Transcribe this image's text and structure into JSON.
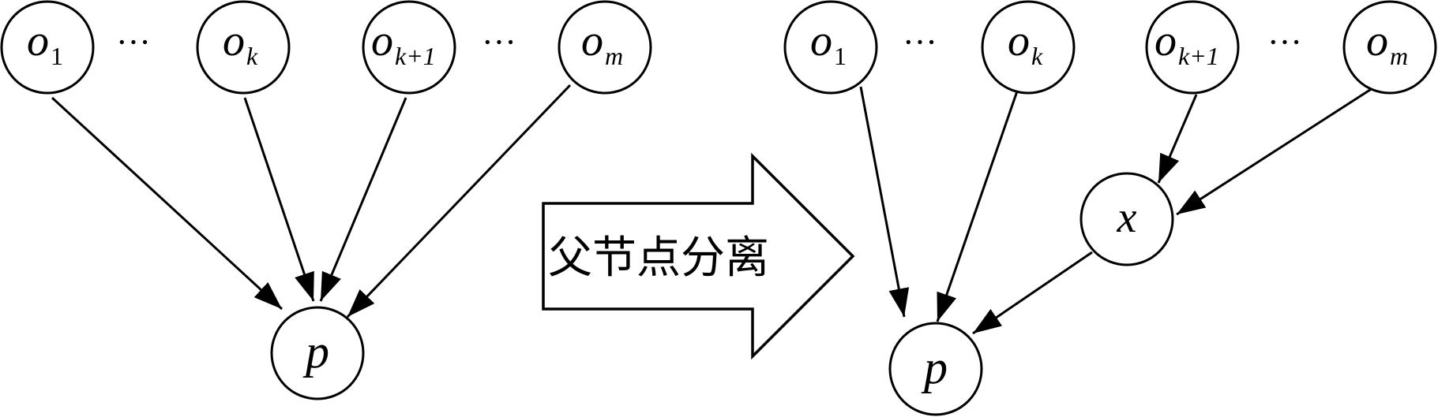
{
  "diagram": {
    "arrow_label": "父节点分离",
    "ellipsis": "···",
    "left_graph": {
      "parents": [
        {
          "base": "o",
          "sub": "1"
        },
        {
          "base": "o",
          "sub": "k"
        },
        {
          "base": "o",
          "sub": "k+1"
        },
        {
          "base": "o",
          "sub": "m"
        }
      ],
      "child": {
        "base": "p"
      }
    },
    "right_graph": {
      "parents": [
        {
          "base": "o",
          "sub": "1"
        },
        {
          "base": "o",
          "sub": "k"
        },
        {
          "base": "o",
          "sub": "k+1"
        },
        {
          "base": "o",
          "sub": "m"
        }
      ],
      "intermediate": {
        "base": "x"
      },
      "child": {
        "base": "p"
      }
    }
  }
}
